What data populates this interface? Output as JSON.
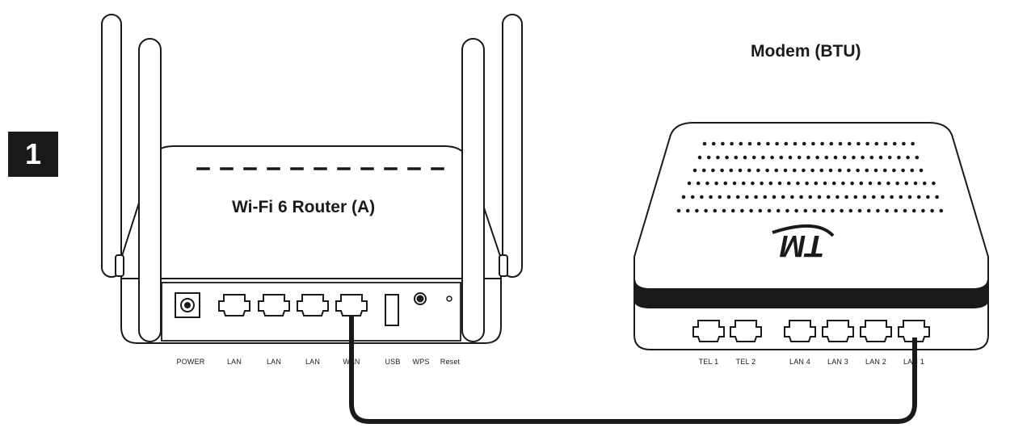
{
  "step": "1",
  "router": {
    "title": "Wi-Fi 6 Router (A)",
    "ports": [
      "POWER",
      "LAN",
      "LAN",
      "LAN",
      "WAN",
      "USB",
      "WPS",
      "Reset"
    ]
  },
  "modem": {
    "title": "Modem (BTU)",
    "logo": "TM",
    "ports": [
      "TEL 1",
      "TEL 2",
      "LAN 4",
      "LAN 3",
      "LAN 2",
      "LAN 1"
    ]
  },
  "cable": {
    "from": "WAN",
    "to": "LAN 1"
  }
}
